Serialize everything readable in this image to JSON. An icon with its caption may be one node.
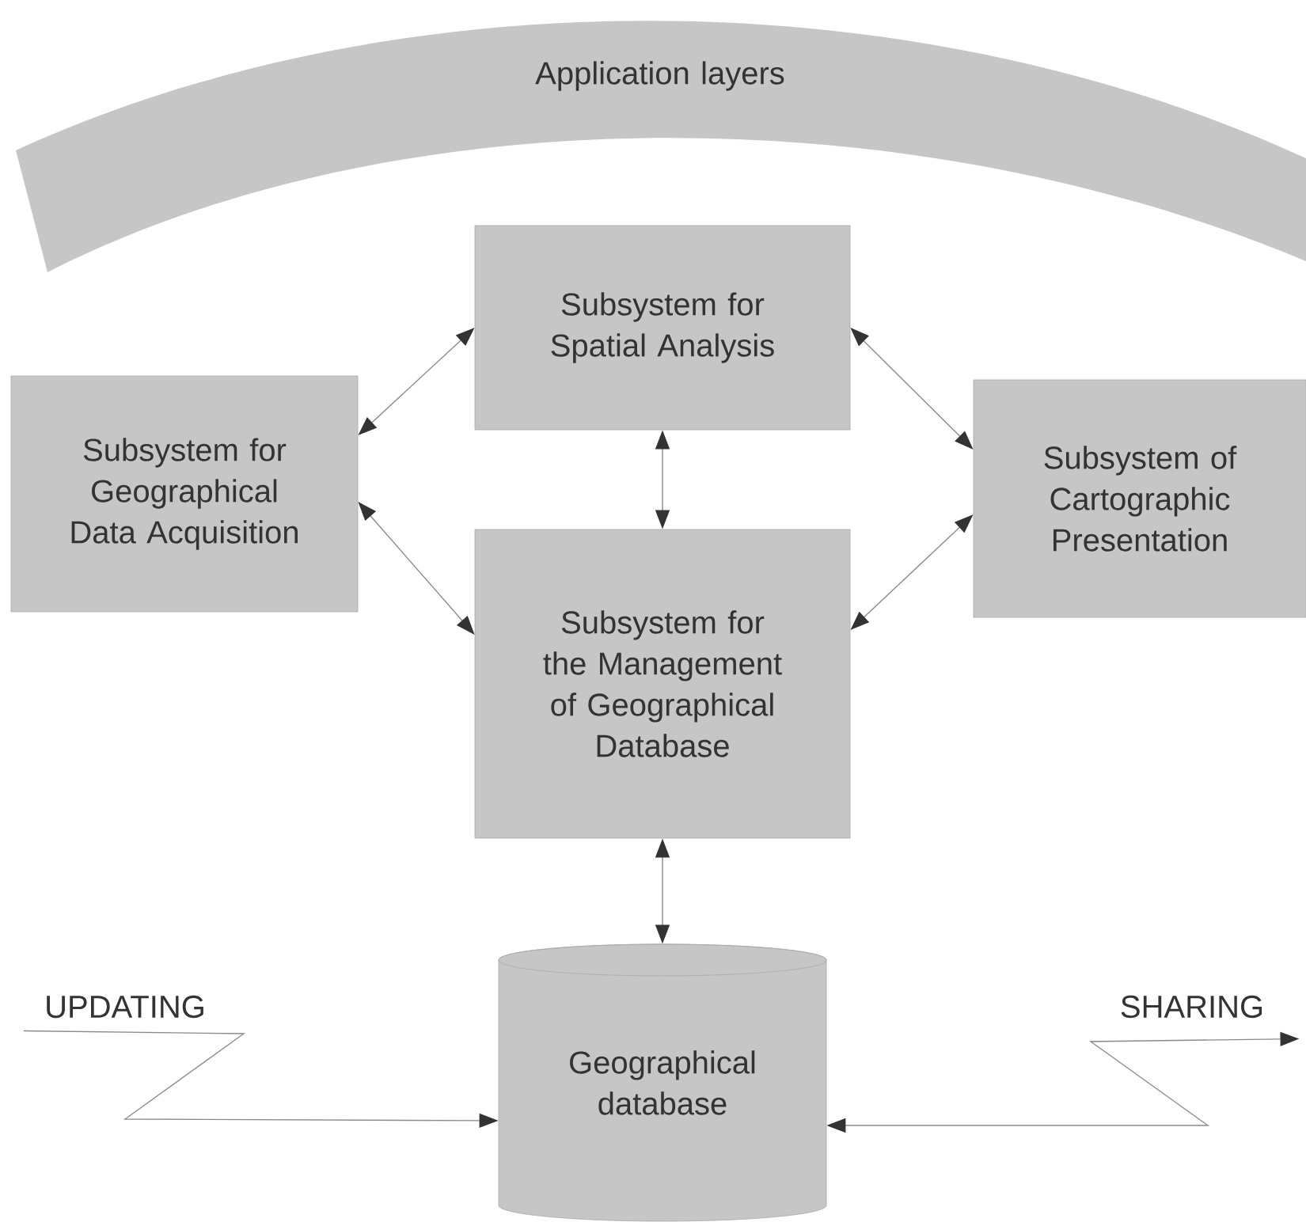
{
  "diagram": {
    "nodes": [
      {
        "text": [
          "Application layers"
        ]
      },
      {
        "text": [
          "Subsystem for Spatial Analysis"
        ]
      },
      {
        "text": [
          "Subsystem for Geographical Data Acquisition"
        ]
      },
      {
        "text": [
          "Subsystem of Cartographic Presentation"
        ]
      },
      {
        "text": [
          "Subsystem for the Management of Geographical Database"
        ]
      },
      {
        "text": [
          "Geographical database"
        ]
      },
      {
        "text": [
          "UPDATING"
        ]
      },
      {
        "text": [
          "SHARING"
        ]
      }
    ],
    "edges": [
      {
        "from": 1,
        "to": 2,
        "arrow": "both"
      },
      {
        "from": 1,
        "to": 3,
        "arrow": "both"
      },
      {
        "from": 1,
        "to": 4,
        "arrow": "both"
      },
      {
        "from": 2,
        "to": 4,
        "arrow": "both"
      },
      {
        "from": 3,
        "to": 4,
        "arrow": "both"
      },
      {
        "from": 4,
        "to": 5,
        "arrow": "both"
      },
      {
        "from": 6,
        "to": 5,
        "arrow": "to"
      },
      {
        "from": 5,
        "to": 7,
        "arrow": "both"
      }
    ]
  }
}
